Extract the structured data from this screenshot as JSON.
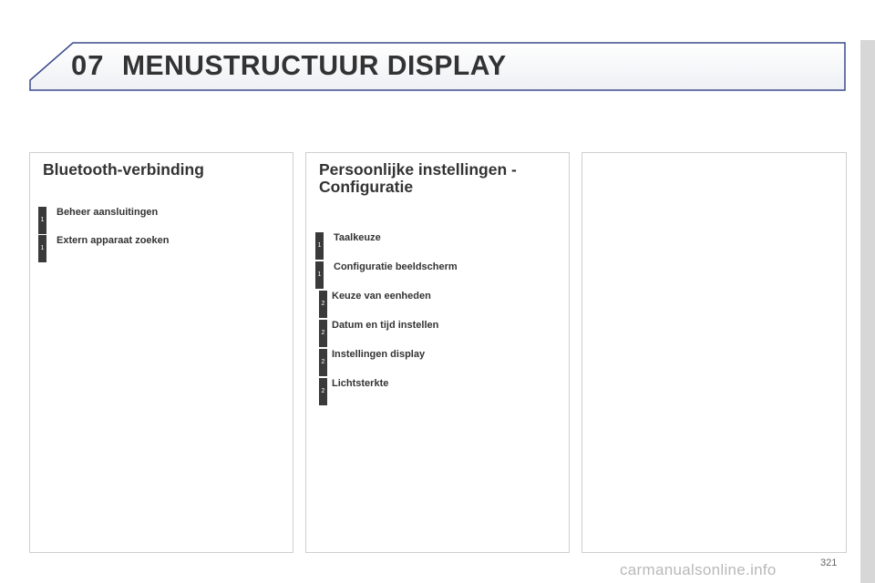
{
  "header": {
    "chapter_number": "07",
    "title": "MENUSTRUCTUUR DISPLAY"
  },
  "panels": [
    {
      "title_lines": [
        "Bluetooth-verbinding"
      ],
      "items": [
        {
          "level": "1",
          "label": "Beheer aansluitingen"
        },
        {
          "level": "1",
          "label": "Extern apparaat zoeken"
        }
      ]
    },
    {
      "title_lines": [
        "Persoonlijke instellingen -",
        "Configuratie"
      ],
      "items": [
        {
          "level": "1",
          "label": "Taalkeuze"
        },
        {
          "level": "1",
          "label": "Configuratie beeldscherm"
        },
        {
          "level": "2",
          "label": "Keuze van eenheden"
        },
        {
          "level": "2",
          "label": "Datum en tijd instellen"
        },
        {
          "level": "2",
          "label": "Instellingen display"
        },
        {
          "level": "2",
          "label": "Lichtsterkte"
        }
      ]
    },
    {
      "title_lines": [],
      "items": []
    }
  ],
  "page_number": "321",
  "watermark": "carmanualsonline.info",
  "colors": {
    "header_border": "#3a4a8c",
    "marker": "#3a3a3a",
    "panel_border": "#cfcfcf",
    "side_strip": "#d7d7d7"
  }
}
